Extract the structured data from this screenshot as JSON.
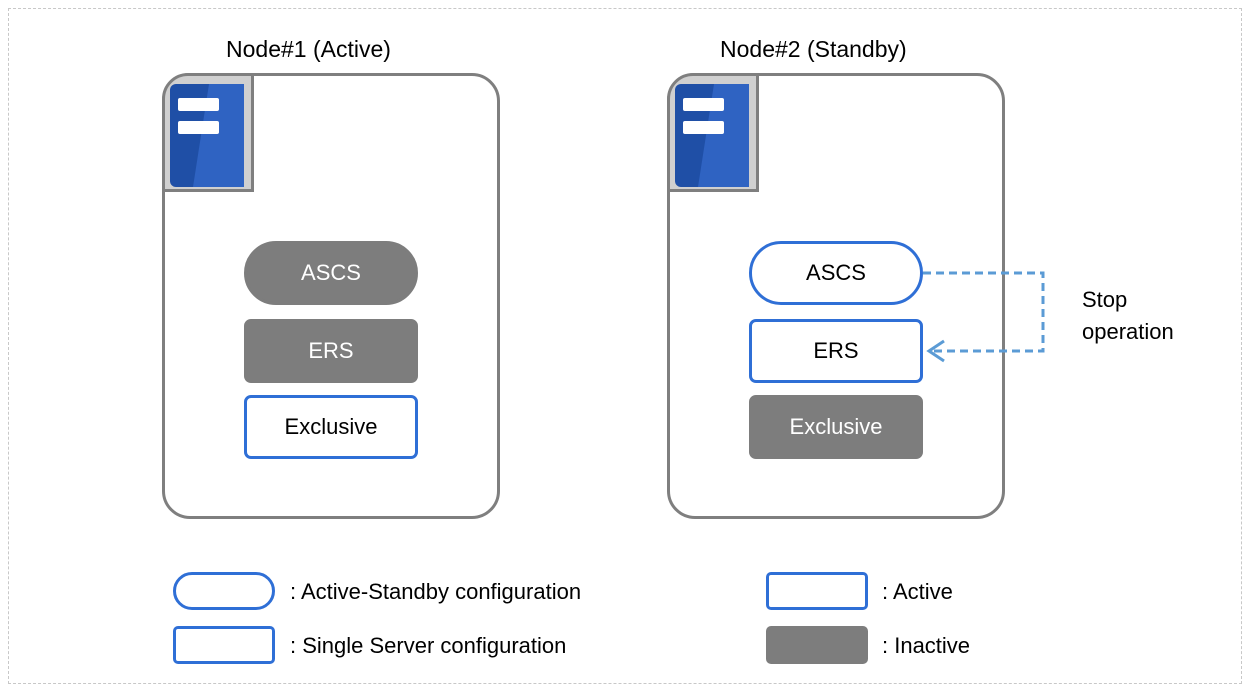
{
  "nodes": [
    {
      "title": "Node#1 (Active)",
      "ascs": "ASCS",
      "ers": "ERS",
      "exclusive": "Exclusive"
    },
    {
      "title": "Node#2 (Standby)",
      "ascs": "ASCS",
      "ers": "ERS",
      "exclusive": "Exclusive"
    }
  ],
  "annotation": {
    "line1": "Stop",
    "line2": "operation"
  },
  "legend": {
    "active_standby": ": Active-Standby configuration",
    "single_server": ": Single Server configuration",
    "active": ": Active",
    "inactive": ": Inactive"
  },
  "colors": {
    "active_border": "#2f6fd6",
    "inactive_fill": "#7d7d7d",
    "node_border": "#7f7f7f",
    "server_icon": "#1f4fa6",
    "arrow": "#5b9bd5"
  },
  "icons": [
    "server-icon"
  ]
}
